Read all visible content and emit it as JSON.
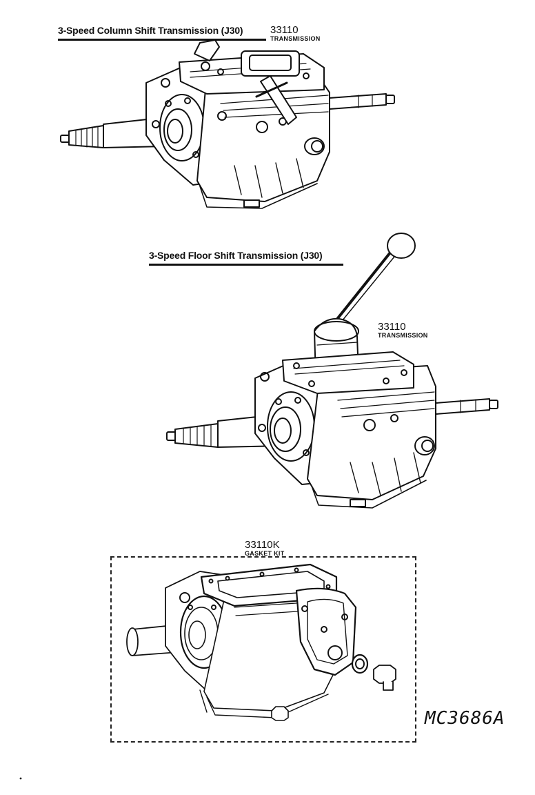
{
  "sections": [
    {
      "title": "3-Speed Column Shift Transmission (J30)",
      "part_number": "33110",
      "part_name": "TRANSMISSION"
    },
    {
      "title": "3-Speed Floor Shift Transmission (J30)",
      "part_number": "33110",
      "part_name": "TRANSMISSION"
    },
    {
      "part_number": "33110K",
      "part_name": "GASKET KIT"
    }
  ],
  "catalog_code": "MC3686A"
}
